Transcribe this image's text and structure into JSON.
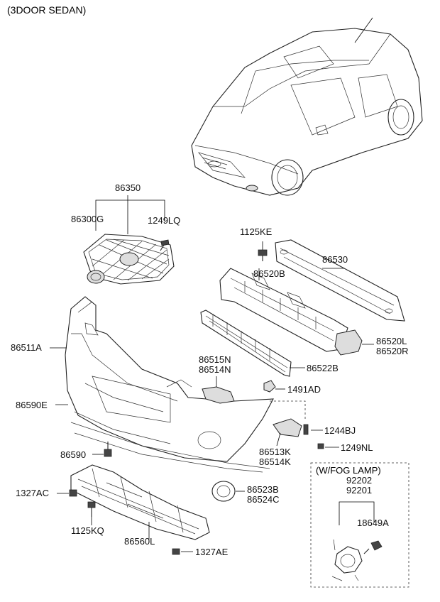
{
  "header": "(3DOOR SEDAN)",
  "fog_box_title": "(W/FOG LAMP)",
  "labels": {
    "p86350": "86350",
    "p86300G": "86300G",
    "p1249LQ": "1249LQ",
    "p1125KE": "1125KE",
    "p86530": "86530",
    "p86520B": "86520B",
    "p86520L": "86520L",
    "p86520R": "86520R",
    "p86511A": "86511A",
    "p86515N": "86515N",
    "p86514N": "86514N",
    "p86522B": "86522B",
    "p1491AD": "1491AD",
    "p86590E": "86590E",
    "p1244BJ": "1244BJ",
    "p1249NL": "1249NL",
    "p86590": "86590",
    "p86513K": "86513K",
    "p86514K": "86514K",
    "p92202": "92202",
    "p92201": "92201",
    "p1327AC": "1327AC",
    "p86523B": "86523B",
    "p86524C": "86524C",
    "p18649A": "18649A",
    "p1125KQ": "1125KQ",
    "p86560L": "86560L",
    "p1327AE": "1327AE"
  }
}
